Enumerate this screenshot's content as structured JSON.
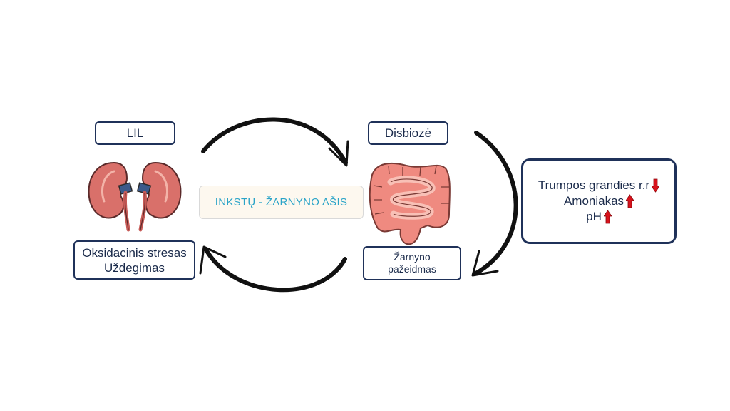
{
  "nodes": {
    "kidney_label": "LIL",
    "dysbiosis_label": "Disbiozė",
    "oxidative_lines": [
      "Oksidacinis stresas",
      "Uždegimas"
    ],
    "gut_damage_lines": [
      "Žarnyno",
      "pažeidmas"
    ],
    "axis_title": "INKSTŲ - ŽARNYNO AŠIS"
  },
  "side_panel": {
    "items": [
      {
        "text": "Trumpos grandies r.r",
        "direction": "down"
      },
      {
        "text": "Amoniakas",
        "direction": "up"
      },
      {
        "text": "pH",
        "direction": "up"
      }
    ]
  },
  "colors": {
    "box_border": "#1f3159",
    "axis_text": "#2aa4c8",
    "axis_bg": "#fdf8ef",
    "arrow_red": "#d8121b",
    "organ_fill": "#d9706a",
    "intestine_fill": "#ef8a80"
  },
  "icons": [
    "kidneys-icon",
    "intestine-icon",
    "arrow-up-icon",
    "arrow-down-icon"
  ]
}
